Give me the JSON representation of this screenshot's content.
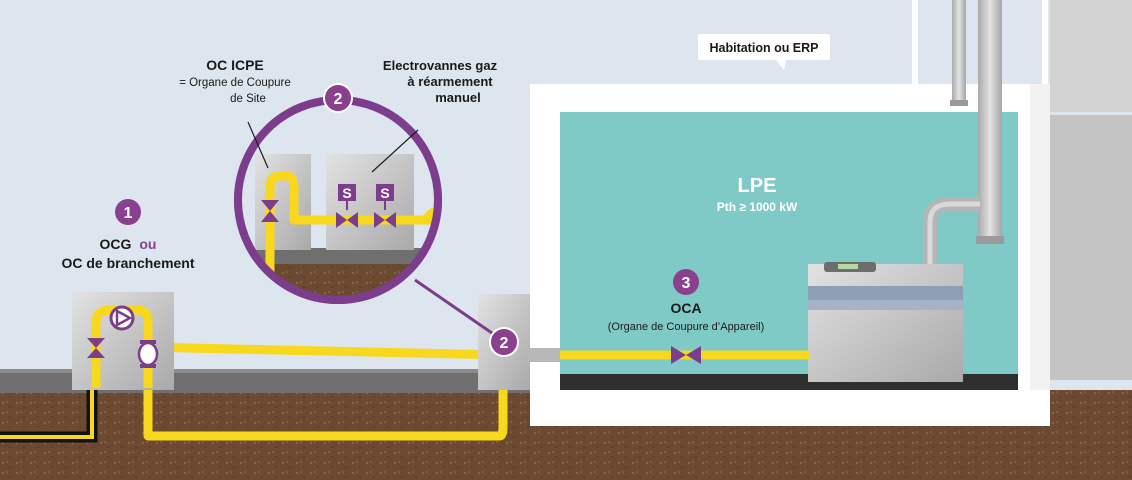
{
  "colors": {
    "sky": "#dde6ee",
    "soil": "#6b4a31",
    "room": "#7fcac6",
    "pipe": "#f7d81c",
    "accent": "#7d3d8d",
    "accent_badge": "#8a3f8f",
    "equipment": "#c9c9c9",
    "wall": "#ffffff"
  },
  "labels": {
    "ocg_prefix": "OCG",
    "ocg_ou": "ou",
    "ocg_line2": "OC de branchement",
    "oc_icpe_title": "OC ICPE",
    "oc_icpe_line2": "= Organe de Coupure",
    "oc_icpe_line3": "de Site",
    "electrovannes_line1": "Electrovannes gaz",
    "electrovannes_line2": "à réarmement",
    "electrovannes_line3": "manuel",
    "habitation": "Habitation ou ERP",
    "lpe_title": "LPE",
    "lpe_power": "Pth ≥ 1000 kW",
    "oca_title": "OCA",
    "oca_desc": "(Organe de Coupure d’Appareil)",
    "valve_s": "S"
  },
  "badges": {
    "badge_1": "1",
    "badge_2_circle": "2",
    "badge_2_box": "2",
    "badge_3": "3"
  },
  "icons": [
    "valve-icon",
    "pressure-regulator-icon",
    "gas-meter-icon",
    "solenoid-valve-icon",
    "chimney-flue-icon",
    "boiler-icon"
  ]
}
